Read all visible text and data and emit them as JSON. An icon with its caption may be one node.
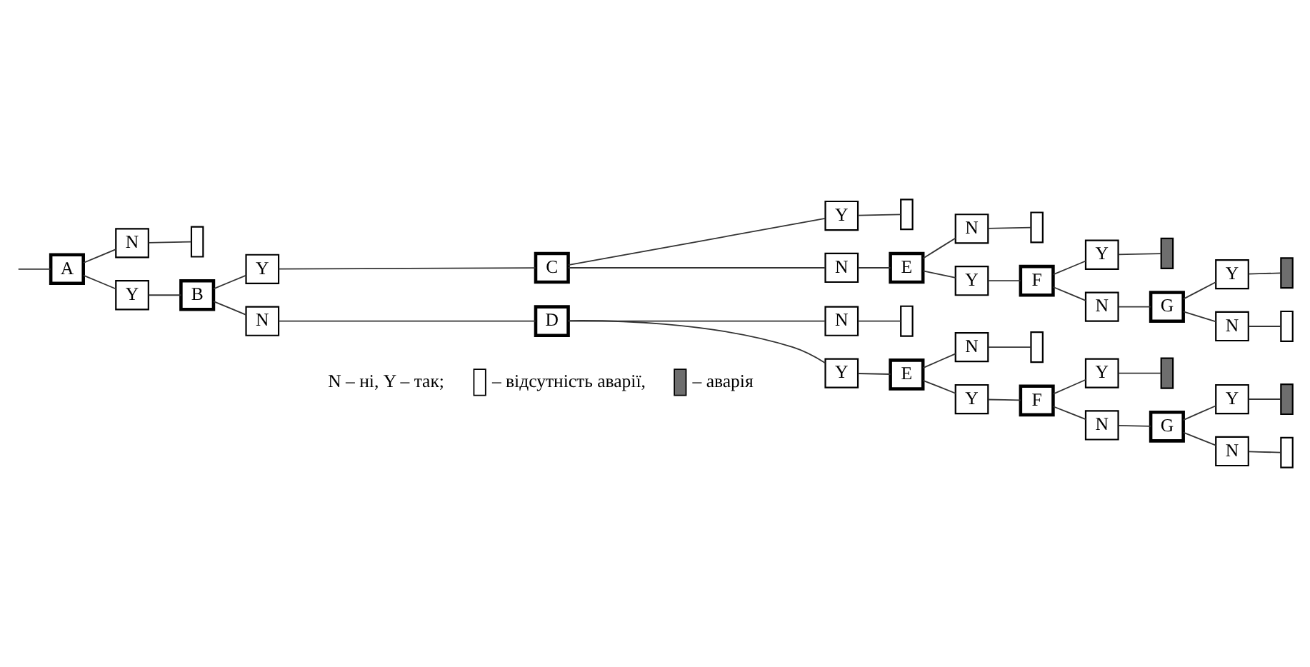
{
  "diagram": {
    "nodes": [
      {
        "text": [
          "A"
        ]
      },
      {
        "text": [
          "N"
        ]
      },
      {
        "text": [],
        "shape": "bar"
      },
      {
        "text": [
          "Y"
        ]
      },
      {
        "text": [
          "B"
        ]
      },
      {
        "text": [
          "Y"
        ]
      },
      {
        "text": [
          "C"
        ]
      },
      {
        "text": [
          "Y"
        ]
      },
      {
        "text": [],
        "shape": "bar"
      },
      {
        "text": [
          "N"
        ]
      },
      {
        "text": [
          "E"
        ]
      },
      {
        "text": [
          "N"
        ]
      },
      {
        "text": [],
        "shape": "bar"
      },
      {
        "text": [
          "Y"
        ]
      },
      {
        "text": [
          "F"
        ]
      },
      {
        "text": [
          "Y"
        ]
      },
      {
        "text": [],
        "shape": "bar"
      },
      {
        "text": [
          "N"
        ]
      },
      {
        "text": [
          "G"
        ]
      },
      {
        "text": [
          "Y"
        ]
      },
      {
        "text": [],
        "shape": "bar"
      },
      {
        "text": [
          "N"
        ]
      },
      {
        "text": [],
        "shape": "bar"
      },
      {
        "text": [
          "N"
        ]
      },
      {
        "text": [
          "D"
        ]
      },
      {
        "text": [
          "N"
        ]
      },
      {
        "text": [],
        "shape": "bar"
      },
      {
        "text": [
          "Y"
        ]
      },
      {
        "text": [
          "E"
        ]
      },
      {
        "text": [
          "N"
        ]
      },
      {
        "text": [],
        "shape": "bar"
      },
      {
        "text": [
          "Y"
        ]
      },
      {
        "text": [
          "F"
        ]
      },
      {
        "text": [
          "Y"
        ]
      },
      {
        "text": [],
        "shape": "bar"
      },
      {
        "text": [
          "N"
        ]
      },
      {
        "text": [
          "G"
        ]
      },
      {
        "text": [
          "Y"
        ]
      },
      {
        "text": [],
        "shape": "bar"
      },
      {
        "text": [
          "N"
        ]
      },
      {
        "text": [],
        "shape": "bar"
      }
    ],
    "edges": [
      {
        "from": null,
        "to": 0,
        "arrow": "none"
      },
      {
        "from": 0,
        "to": 1,
        "arrow": "none"
      },
      {
        "from": 1,
        "to": 2,
        "arrow": "none"
      },
      {
        "from": 0,
        "to": 3,
        "arrow": "none"
      },
      {
        "from": 3,
        "to": 4,
        "arrow": "none"
      },
      {
        "from": 4,
        "to": 5,
        "arrow": "none"
      },
      {
        "from": 5,
        "to": 6,
        "arrow": "none"
      },
      {
        "from": 6,
        "to": 7,
        "arrow": "none"
      },
      {
        "from": 7,
        "to": 8,
        "arrow": "none"
      },
      {
        "from": 6,
        "to": 9,
        "arrow": "none"
      },
      {
        "from": 9,
        "to": 10,
        "arrow": "none"
      },
      {
        "from": 10,
        "to": 11,
        "arrow": "none"
      },
      {
        "from": 11,
        "to": 12,
        "arrow": "none"
      },
      {
        "from": 10,
        "to": 13,
        "arrow": "none"
      },
      {
        "from": 13,
        "to": 14,
        "arrow": "none"
      },
      {
        "from": 14,
        "to": 15,
        "arrow": "none"
      },
      {
        "from": 15,
        "to": 16,
        "arrow": "none"
      },
      {
        "from": 14,
        "to": 17,
        "arrow": "none"
      },
      {
        "from": 17,
        "to": 18,
        "arrow": "none"
      },
      {
        "from": 18,
        "to": 19,
        "arrow": "none"
      },
      {
        "from": 19,
        "to": 20,
        "arrow": "none"
      },
      {
        "from": 18,
        "to": 21,
        "arrow": "none"
      },
      {
        "from": 21,
        "to": 22,
        "arrow": "none"
      },
      {
        "from": 4,
        "to": 23,
        "arrow": "none"
      },
      {
        "from": 23,
        "to": 24,
        "arrow": "none"
      },
      {
        "from": 24,
        "to": 25,
        "arrow": "none"
      },
      {
        "from": 25,
        "to": 26,
        "arrow": "none"
      },
      {
        "from": 24,
        "to": 27,
        "arrow": "none"
      },
      {
        "from": 27,
        "to": 28,
        "arrow": "none"
      },
      {
        "from": 28,
        "to": 29,
        "arrow": "none"
      },
      {
        "from": 29,
        "to": 30,
        "arrow": "none"
      },
      {
        "from": 28,
        "to": 31,
        "arrow": "none"
      },
      {
        "from": 31,
        "to": 32,
        "arrow": "none"
      },
      {
        "from": 32,
        "to": 33,
        "arrow": "none"
      },
      {
        "from": 33,
        "to": 34,
        "arrow": "none"
      },
      {
        "from": 32,
        "to": 35,
        "arrow": "none"
      },
      {
        "from": 35,
        "to": 36,
        "arrow": "none"
      },
      {
        "from": 36,
        "to": 37,
        "arrow": "none"
      },
      {
        "from": 37,
        "to": 38,
        "arrow": "none"
      },
      {
        "from": 36,
        "to": 39,
        "arrow": "none"
      },
      {
        "from": 39,
        "to": 40,
        "arrow": "none"
      }
    ],
    "labels": [
      "N – ні, Y – так;"
    ],
    "legend": [
      {
        "text": "– відсутність аварії,",
        "color": "#ffffff"
      },
      {
        "text": "– аварія",
        "color": "#6e6e6e"
      }
    ]
  }
}
